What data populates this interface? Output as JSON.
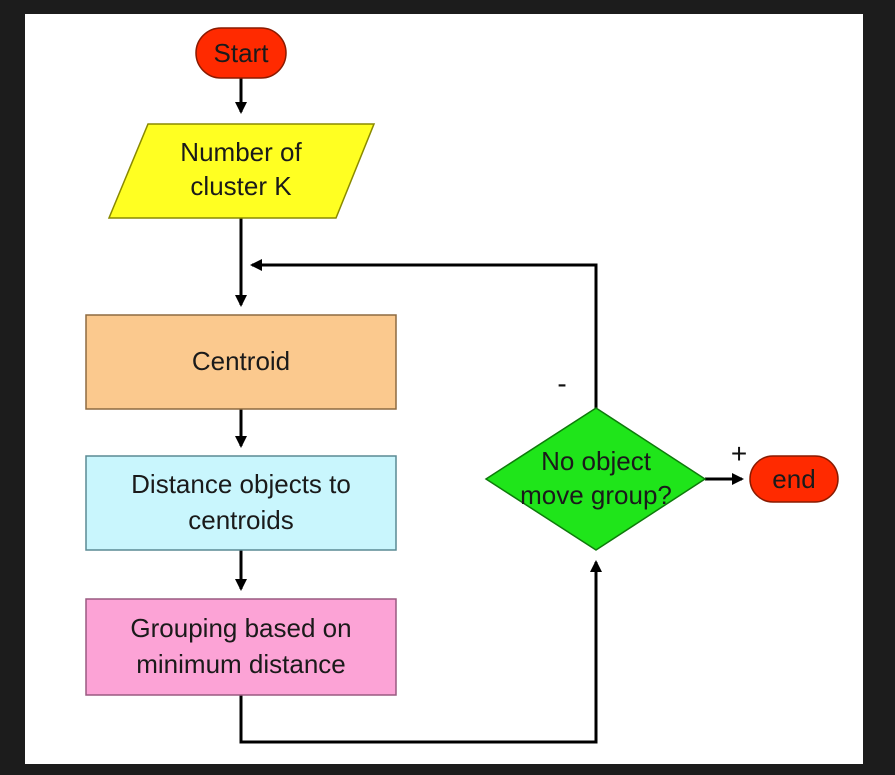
{
  "diagram": {
    "start": "Start",
    "input": [
      "Number of",
      "cluster K"
    ],
    "centroid": "Centroid",
    "distance": [
      "Distance objects to",
      "centroids"
    ],
    "grouping": [
      "Grouping based on",
      "minimum distance"
    ],
    "decision": [
      "No object",
      "move group?"
    ],
    "no_label": "-",
    "yes_label": "+",
    "end": "end"
  },
  "colors": {
    "start": "#ff2a00",
    "input": "#ffff22",
    "centroid": "#fbc98e",
    "distance": "#c9f6fd",
    "grouping": "#fca3d6",
    "decision": "#1fe51a",
    "end": "#ff2a00",
    "line": "#000000"
  }
}
